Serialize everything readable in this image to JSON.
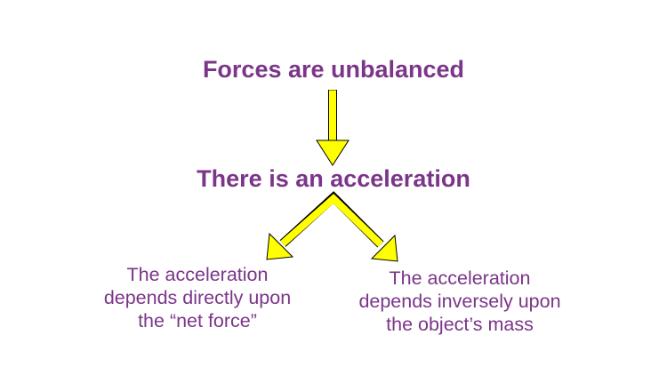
{
  "colors": {
    "text": "#7b3589",
    "arrow_fill": "#ffff00",
    "arrow_outline": "#000000"
  },
  "nodes": {
    "top": "Forces are unbalanced",
    "middle": "There is an acceleration",
    "left": [
      "The acceleration",
      "depends directly upon",
      "the “net force”"
    ],
    "right": [
      "The acceleration",
      "depends inversely upon",
      "the object’s mass"
    ]
  }
}
